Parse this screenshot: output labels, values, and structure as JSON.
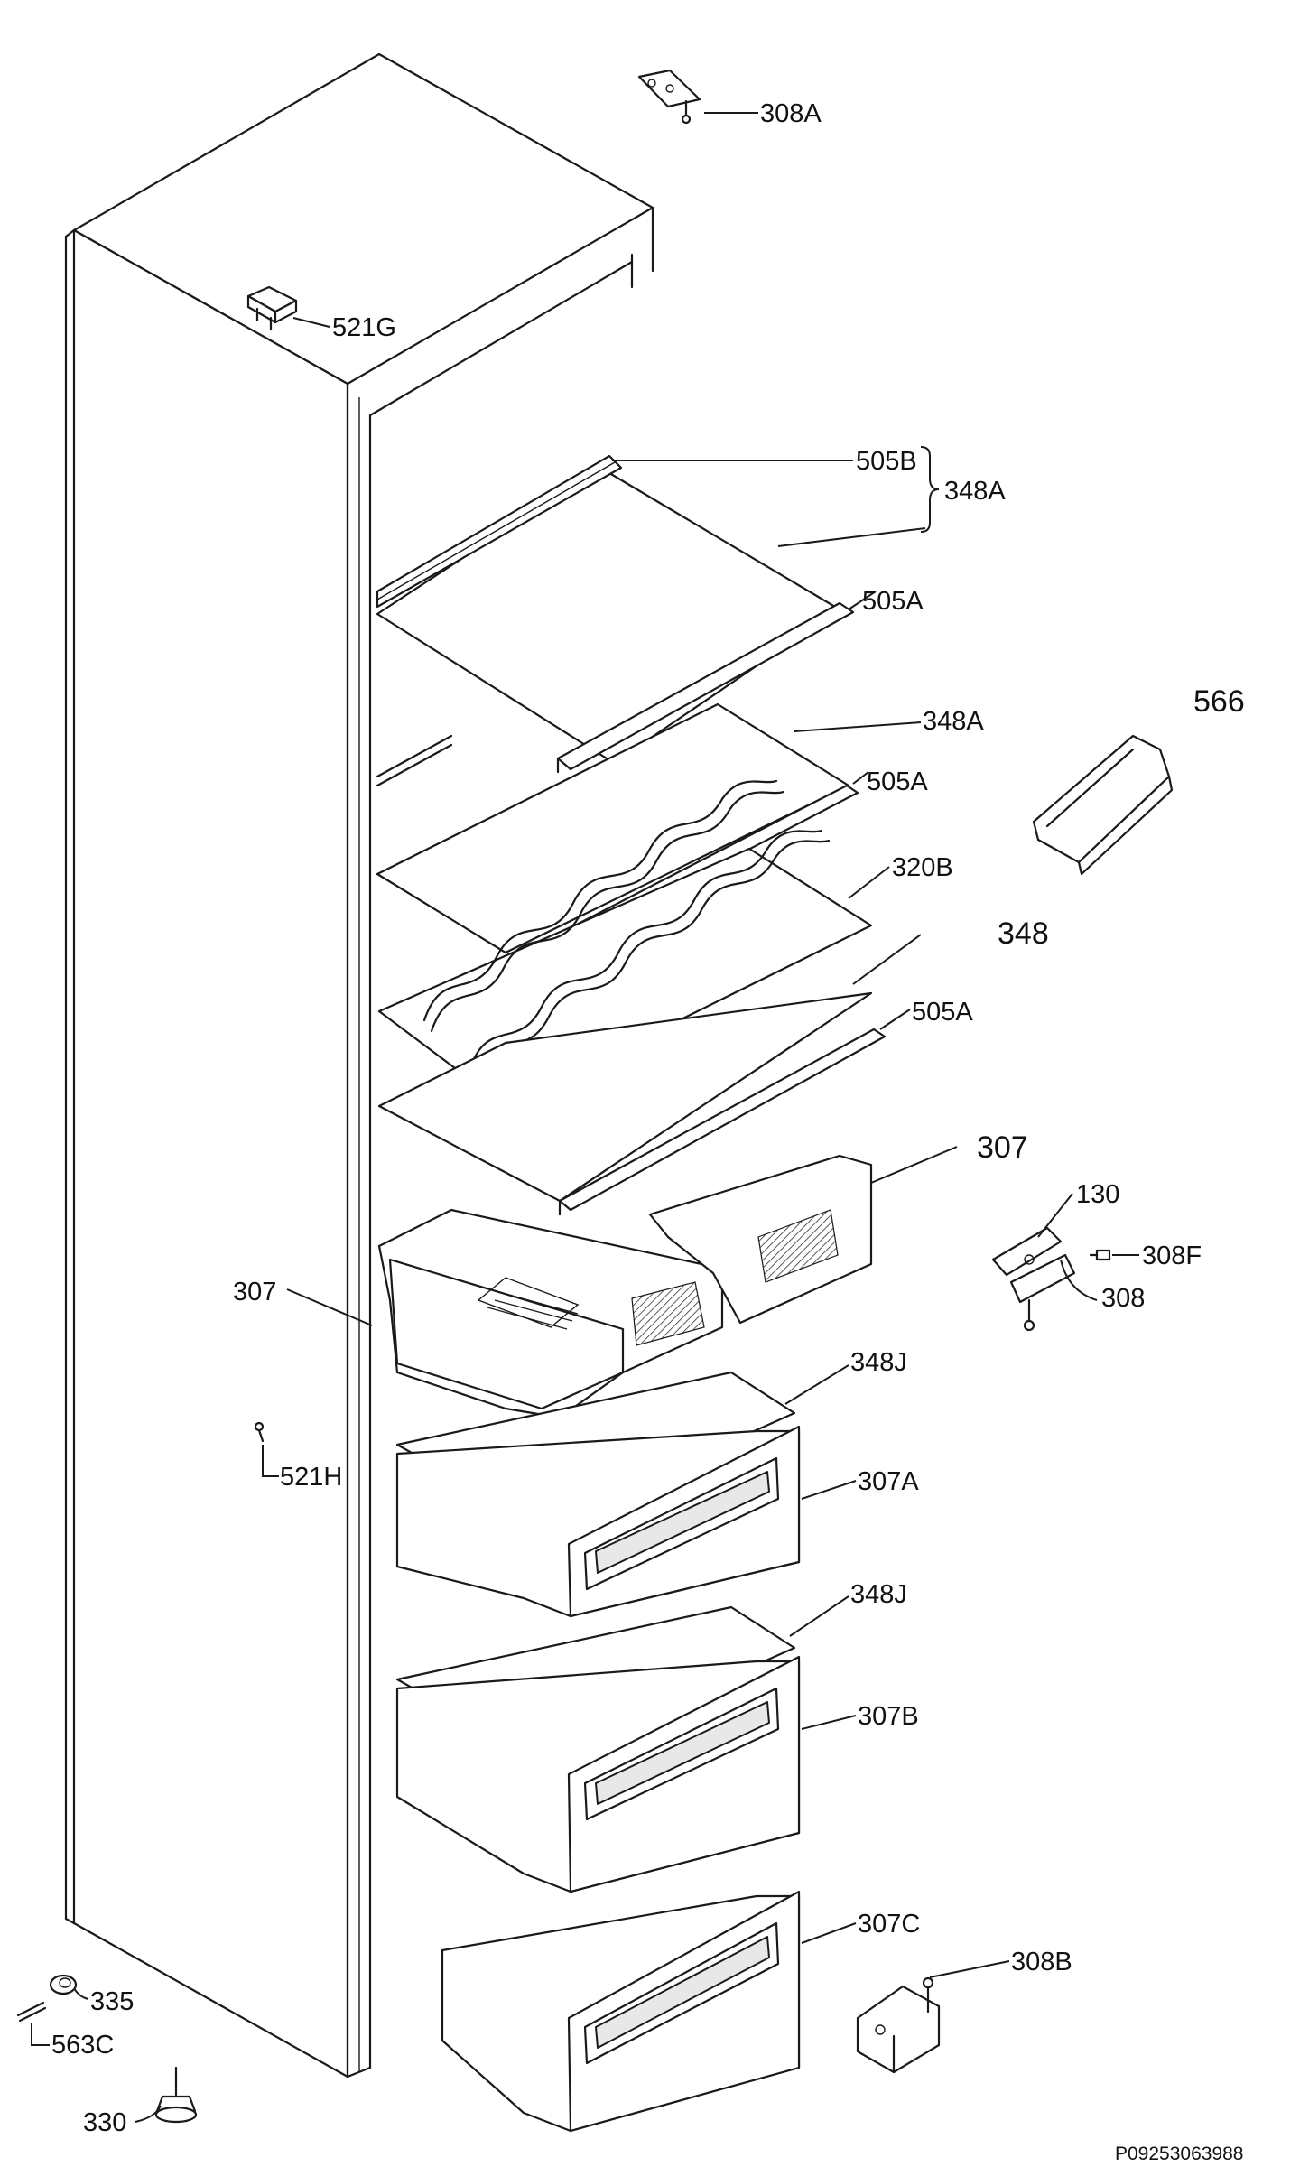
{
  "labels": [
    {
      "id": "308A",
      "text": "308A"
    },
    {
      "id": "521G",
      "text": "521G"
    },
    {
      "id": "505B",
      "text": "505B"
    },
    {
      "id": "348A-top",
      "text": "348A"
    },
    {
      "id": "505A-1",
      "text": "505A"
    },
    {
      "id": "348A-2",
      "text": "348A"
    },
    {
      "id": "566",
      "text": "566"
    },
    {
      "id": "505A-2",
      "text": "505A"
    },
    {
      "id": "320B",
      "text": "320B"
    },
    {
      "id": "348",
      "text": "348"
    },
    {
      "id": "505A-3",
      "text": "505A"
    },
    {
      "id": "307-right",
      "text": "307"
    },
    {
      "id": "130",
      "text": "130"
    },
    {
      "id": "308F",
      "text": "308F"
    },
    {
      "id": "308",
      "text": "308"
    },
    {
      "id": "307-left",
      "text": "307"
    },
    {
      "id": "348J-1",
      "text": "348J"
    },
    {
      "id": "521H",
      "text": "521H"
    },
    {
      "id": "307A",
      "text": "307A"
    },
    {
      "id": "348J-2",
      "text": "348J"
    },
    {
      "id": "307B",
      "text": "307B"
    },
    {
      "id": "307C",
      "text": "307C"
    },
    {
      "id": "308B",
      "text": "308B"
    },
    {
      "id": "335",
      "text": "335"
    },
    {
      "id": "563C",
      "text": "563C"
    },
    {
      "id": "330",
      "text": "330"
    }
  ],
  "document_id": "P09253063988"
}
